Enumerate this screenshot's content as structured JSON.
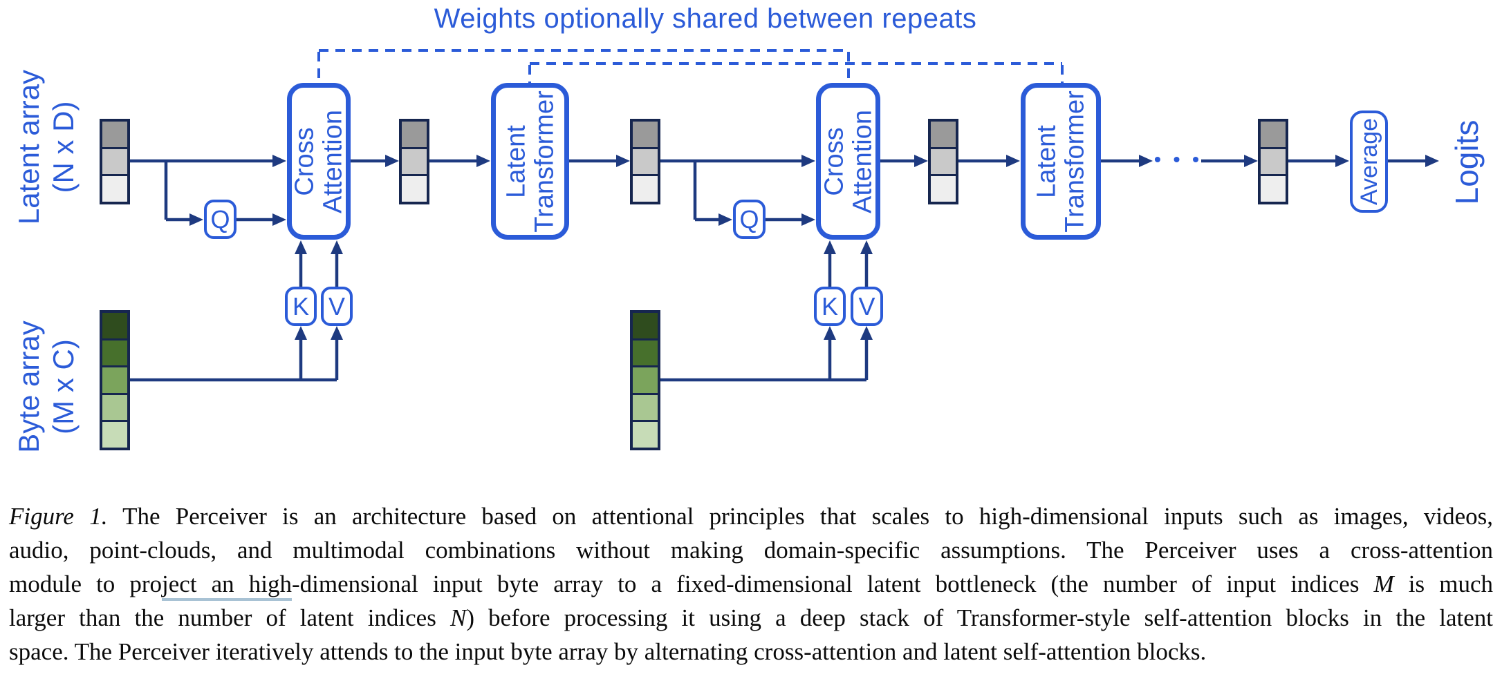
{
  "diagram": {
    "title": "Weights optionally shared between repeats",
    "labels": {
      "latent_array": {
        "line1": "Latent array",
        "line2": "(N x D)"
      },
      "byte_array": {
        "line1": "Byte array",
        "line2": "(M x C)"
      }
    },
    "blocks": {
      "cross_attention": "Cross Attention",
      "latent_transformer": "Latent Transformer",
      "q": "Q",
      "k": "K",
      "v": "V",
      "average": "Average",
      "logits": "Logits",
      "ellipsis": "• • •"
    },
    "colors": {
      "accent_blue": "#2b5bd8",
      "wire_navy": "#1e3a80",
      "stack_border": "#16264f",
      "caption_underline": "#a8c2d4",
      "latent_cells": [
        "#9a9a9a",
        "#c9c9c9",
        "#eeeeee"
      ],
      "byte_cells": [
        "#2f4c1e",
        "#47702c",
        "#7ba45c",
        "#a9c792",
        "#c7dcb7"
      ]
    }
  },
  "caption": {
    "lines": [
      [
        {
          "t": "Figure 1.",
          "i": true
        },
        {
          "t": " The Perceiver is an architecture based on attentional principles that scales to high-dimensional inputs such as images, videos,"
        }
      ],
      [
        {
          "t": "audio, point-clouds, and multimodal combinations without making domain-specific assumptions. The Perceiver uses a cross-attention"
        }
      ],
      [
        {
          "t": "module to pro"
        },
        {
          "t": "ject an high",
          "u": true
        },
        {
          "t": "-dimensional input byte array to a fixed-dimensional latent bottleneck (the number of input indices "
        },
        {
          "t": "M",
          "i": true
        },
        {
          "t": " is much"
        }
      ],
      [
        {
          "t": "larger than the number of latent indices "
        },
        {
          "t": "N",
          "i": true
        },
        {
          "t": ") before processing it using a deep stack of Transformer-style self-attention blocks in the latent"
        }
      ],
      [
        {
          "t": "space. The Perceiver iteratively attends to the input byte array by alternating cross-attention and latent self-attention blocks."
        }
      ]
    ]
  }
}
